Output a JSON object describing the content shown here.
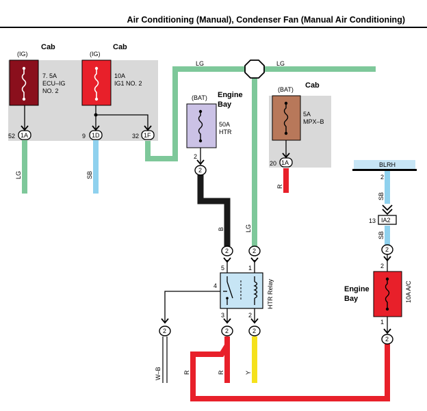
{
  "title": "Air Conditioning (Manual), Condenser Fan (Manual Air Conditioning)",
  "colors": {
    "LG": "#7ec89a",
    "SB": "#8fd1ee",
    "B": "#1a1a1a",
    "R": "#e8202a",
    "Y": "#f5e11b",
    "W-B": "#333333",
    "panel": "#d9d9d9",
    "dark_red_fuse": "#8a0f1c",
    "red_fuse": "#e8202a",
    "lavender_fuse": "#cbc2e6",
    "brown_fuse": "#b8785a",
    "relay": "#c7e5f5"
  },
  "fuse_ecu_ig": {
    "area": "Cab",
    "supply": "(IG)",
    "rating": "7. 5A",
    "name1": "ECU–IG",
    "name2": "NO. 2",
    "pin": "52",
    "connector": "1A",
    "wire": "LG"
  },
  "fuse_ig1": {
    "area": "Cab",
    "supply": "(IG)",
    "rating": "10A",
    "name1": "IG1 NO. 2",
    "pin_a": "9",
    "connector_a": "1D",
    "wire_a": "SB",
    "pin_b": "32",
    "connector_b": "1F"
  },
  "fuse_htr": {
    "area1": "Engine",
    "area2": "Bay",
    "supply": "(BAT)",
    "rating": "50A",
    "name1": "HTR",
    "pin": "2",
    "connector": "2",
    "wire": "B"
  },
  "fuse_mpx": {
    "area": "Cab",
    "supply": "(BAT)",
    "rating": "5A",
    "name1": "MPX–B",
    "pin": "20",
    "connector": "1A",
    "wire": "R"
  },
  "top_bus": {
    "left_label": "LG",
    "right_label": "LG"
  },
  "blrh": {
    "label": "BLRH",
    "pin": "2",
    "wire": "SB",
    "inline_pin": "13",
    "inline_connector": "IA2",
    "wire2": "SB"
  },
  "fuse_ac": {
    "area1": "Engine",
    "area2": "Bay",
    "rating": "10A A/C",
    "pin_top": "2",
    "conn_top": "2",
    "pin_bottom": "1",
    "conn_bottom": "2"
  },
  "relay": {
    "name": "HTR Relay",
    "pin5": "5",
    "pin1": "1",
    "pin4": "4",
    "pin3": "3",
    "pin2": "2",
    "conn_top_left": "2",
    "conn_top_right": "2",
    "conn_bottom_left": "2",
    "conn_bottom_right": "2",
    "conn_ground": "2",
    "wire_coil_in": "LG",
    "wire_out": "R",
    "wire_coil_out": "Y",
    "wire_ground": "W–B",
    "wire_loop": "R"
  }
}
